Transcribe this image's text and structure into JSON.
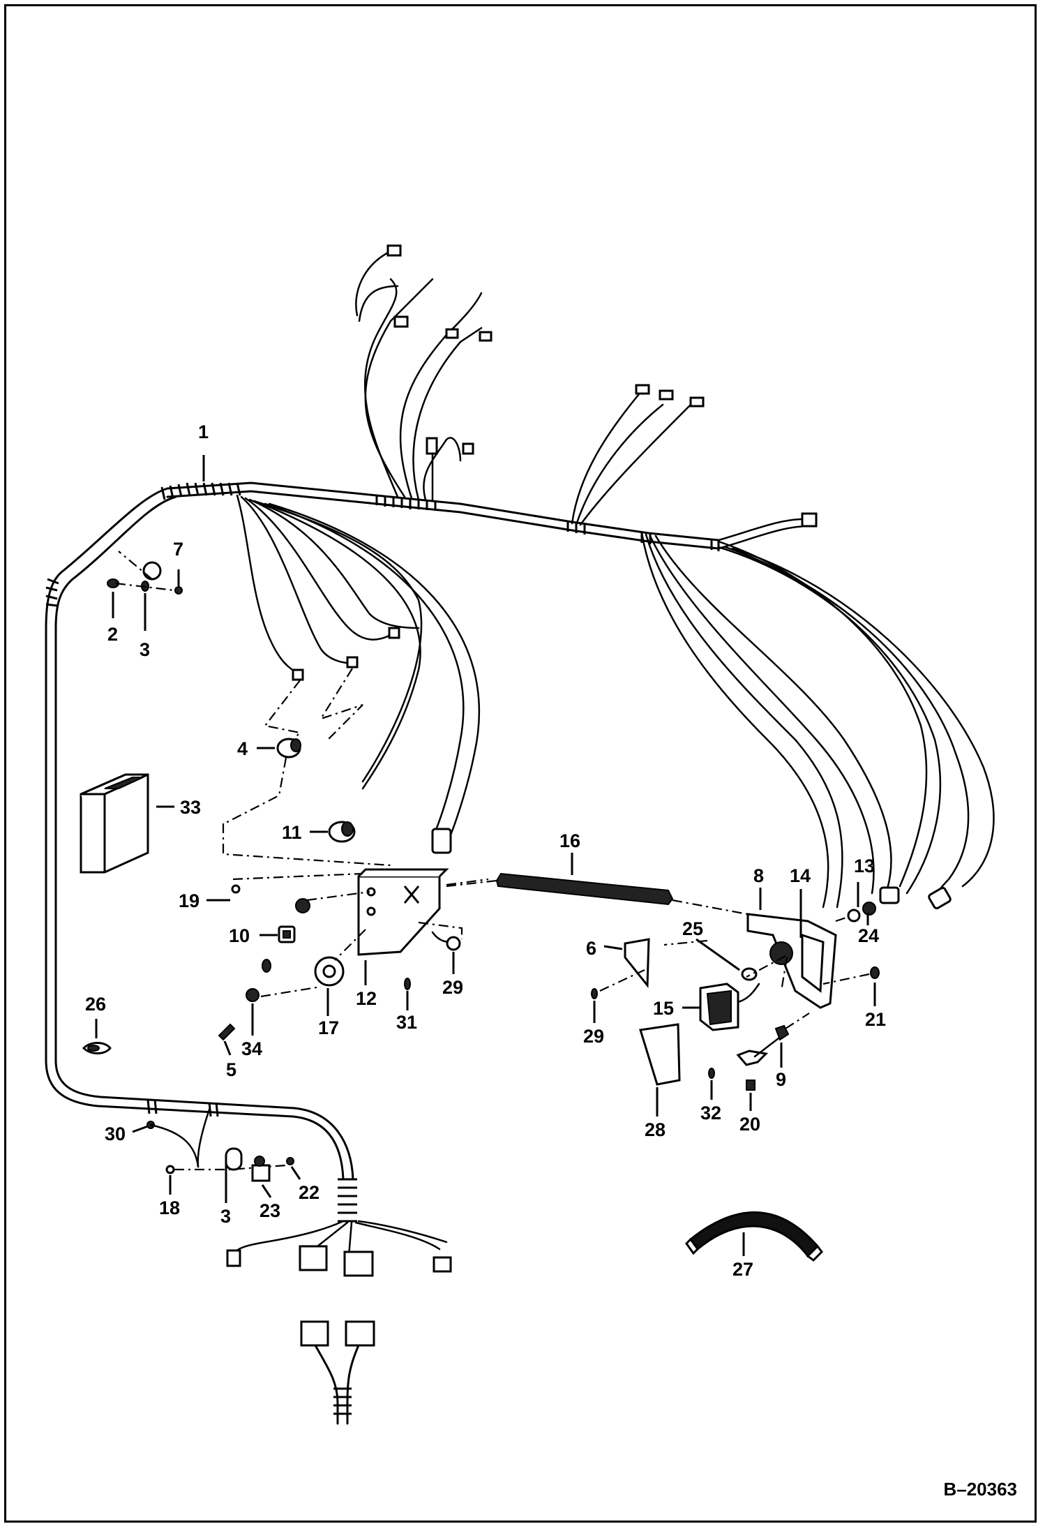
{
  "document_code": "B–20363",
  "callouts": {
    "c1": "1",
    "c2": "2",
    "c3a": "3",
    "c3b": "3",
    "c4": "4",
    "c5": "5",
    "c6": "6",
    "c7": "7",
    "c8": "8",
    "c9": "9",
    "c10": "10",
    "c11": "11",
    "c12": "12",
    "c13": "13",
    "c14": "14",
    "c15": "15",
    "c16": "16",
    "c17": "17",
    "c18": "18",
    "c19": "19",
    "c20": "20",
    "c21": "21",
    "c22": "22",
    "c23": "23",
    "c24": "24",
    "c25": "25",
    "c26": "26",
    "c27": "27",
    "c28": "28",
    "c29a": "29",
    "c29b": "29",
    "c30": "30",
    "c31": "31",
    "c32": "32",
    "c33": "33",
    "c34": "34"
  }
}
